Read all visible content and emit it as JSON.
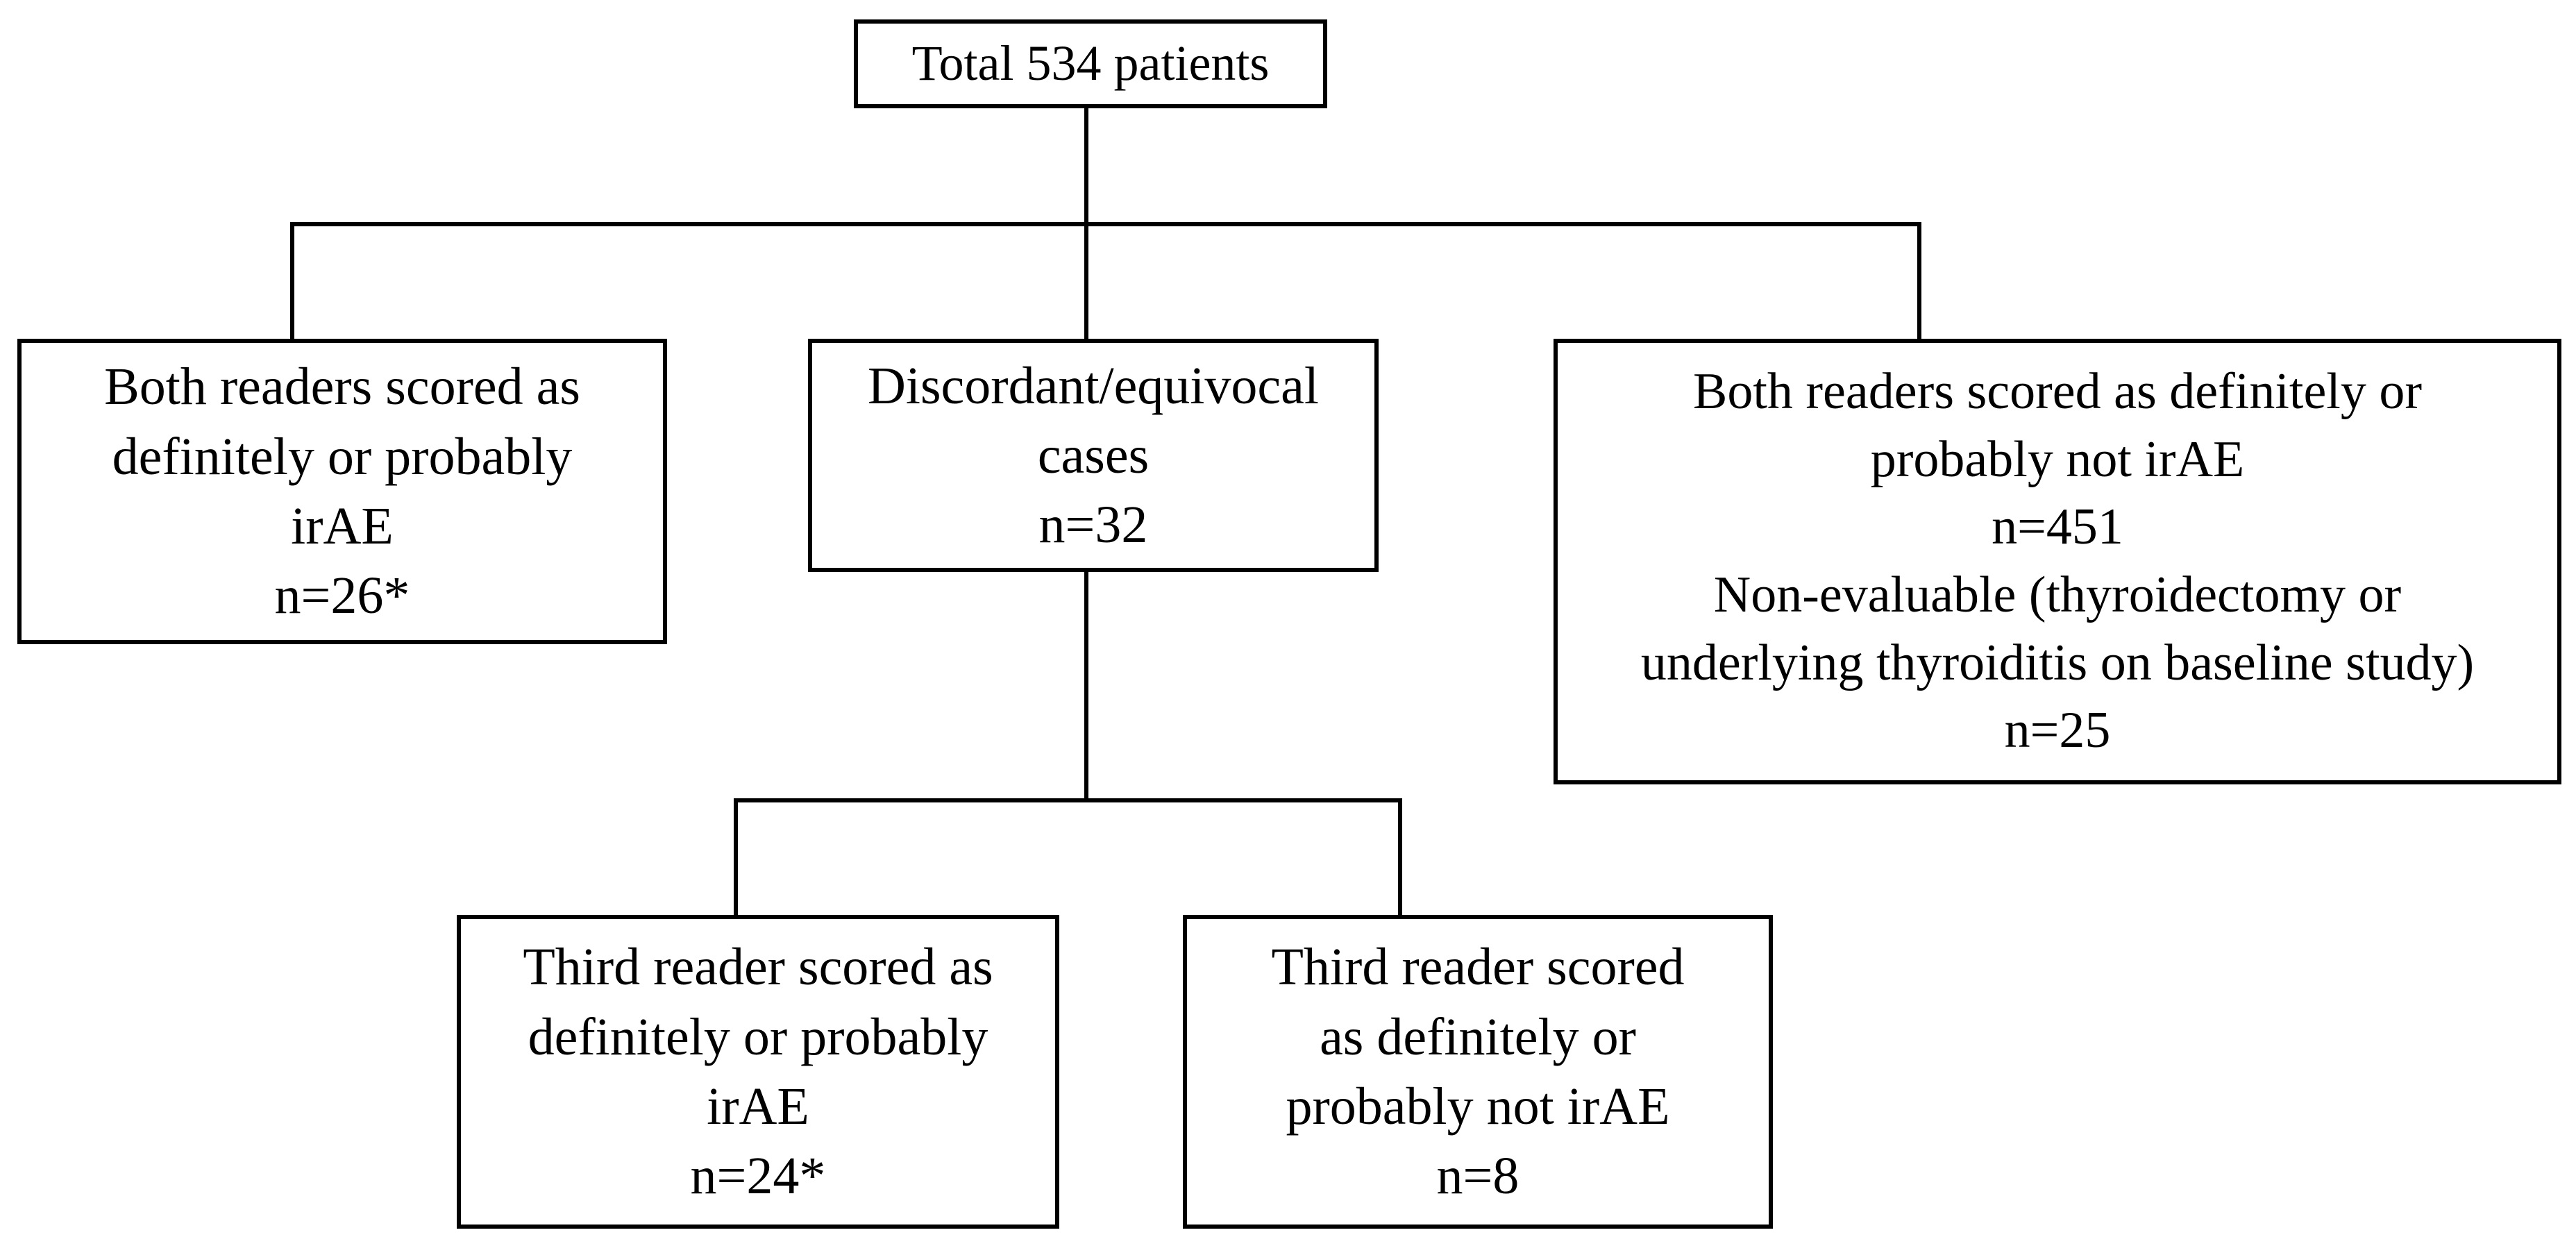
{
  "figure": {
    "type": "flowchart",
    "colors": {
      "background": "#ffffff",
      "line": "#000000",
      "text": "#000000"
    },
    "nodes": {
      "total": {
        "text": "Total 534 patients"
      },
      "both_irae": {
        "text": "Both readers scored as\ndefinitely or probably\nirAE\nn=26*"
      },
      "discordant": {
        "text": "Discordant/equivocal\ncases\nn=32"
      },
      "both_not_irae": {
        "text": "Both readers scored as definitely or\nprobably not irAE\nn=451\nNon-evaluable (thyroidectomy or\nunderlying thyroiditis on baseline study)\nn=25"
      },
      "third_irae": {
        "text": "Third reader scored as\ndefinitely or probably\nirAE\nn=24*"
      },
      "third_not_irae": {
        "text": "Third reader scored\nas definitely or\nprobably not irAE\nn=8"
      }
    },
    "edges": [
      [
        "total",
        "both_irae"
      ],
      [
        "total",
        "discordant"
      ],
      [
        "total",
        "both_not_irae"
      ],
      [
        "discordant",
        "third_irae"
      ],
      [
        "discordant",
        "third_not_irae"
      ]
    ]
  }
}
